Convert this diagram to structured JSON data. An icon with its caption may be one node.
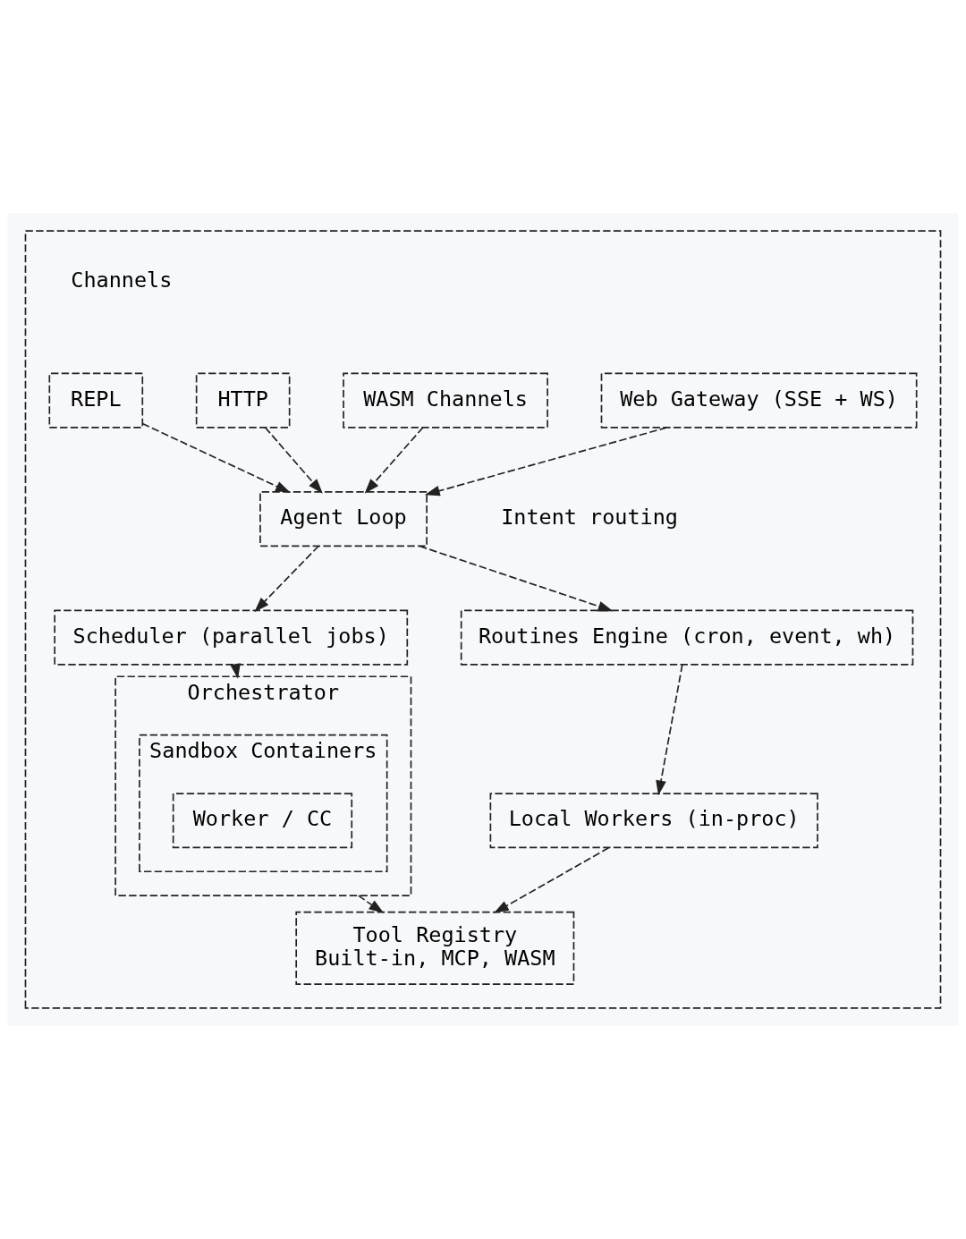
{
  "diagram": {
    "nodes": [
      {
        "text": [],
        "shape": "box"
      },
      {
        "text": [
          "REPL"
        ],
        "in": 0
      },
      {
        "text": [
          "HTTP"
        ],
        "in": 0
      },
      {
        "text": [
          "WASM Channels"
        ],
        "in": 0
      },
      {
        "text": [
          "Web Gateway (SSE + WS)"
        ],
        "in": 0
      },
      {
        "text": [
          "Agent Loop"
        ],
        "in": 0,
        "beside": [
          "Intent routing"
        ]
      },
      {
        "text": [
          "Scheduler (parallel jobs)"
        ],
        "in": 0
      },
      {
        "text": [
          "Routines Engine (cron, event, wh)"
        ],
        "in": 0
      },
      {
        "text": [
          "Local Workers (in-proc)"
        ],
        "in": 0
      },
      {
        "text": [
          "Orchestrator"
        ],
        "in": 0
      },
      {
        "text": [
          "Sandbox Containers"
        ],
        "in": 9
      },
      {
        "text": [
          "Worker / CC"
        ],
        "in": 10
      },
      {
        "text": [
          "Tool Registry",
          "Built-in, MCP, WASM"
        ],
        "in": 0
      }
    ],
    "edges": [
      {
        "from": 1,
        "to": 5,
        "arrow": "to"
      },
      {
        "from": 2,
        "to": 5,
        "arrow": "to"
      },
      {
        "from": 3,
        "to": 5,
        "arrow": "to"
      },
      {
        "from": 4,
        "to": 5,
        "arrow": "to"
      },
      {
        "from": 5,
        "to": 6,
        "arrow": "to"
      },
      {
        "from": 5,
        "to": 7,
        "arrow": "to"
      },
      {
        "from": 6,
        "to": 9,
        "arrow": "to"
      },
      {
        "from": 7,
        "to": 8,
        "arrow": "to"
      },
      {
        "from": 8,
        "to": 12,
        "arrow": "to"
      },
      {
        "from": 9,
        "to": 12,
        "arrow": "to"
      }
    ],
    "labels": [
      "Channels"
    ]
  }
}
